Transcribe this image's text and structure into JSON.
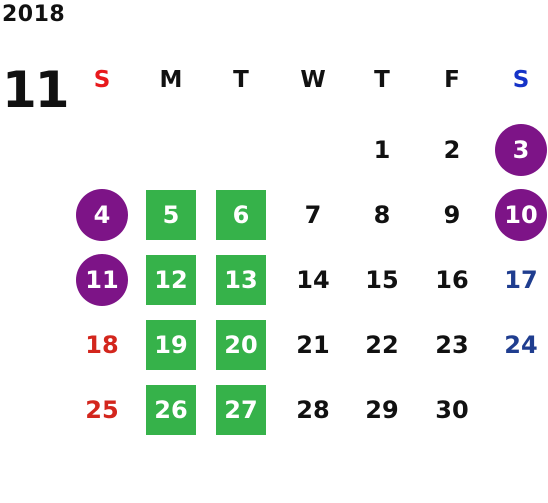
{
  "calendar": {
    "year": "2018",
    "month": "11",
    "weekdays": [
      "S",
      "M",
      "T",
      "W",
      "T",
      "F",
      "S"
    ],
    "colors": {
      "text": "#111111",
      "sunday_header": "#e8191c",
      "saturday_header": "#1533c8",
      "sunday_date": "#d3261d",
      "saturday_date": "#1f3d8f",
      "holiday_circle": "#7d1487",
      "highlight_square": "#36b24a"
    },
    "weeks": [
      [
        null,
        null,
        null,
        null,
        "1",
        "2",
        "3"
      ],
      [
        "4",
        "5",
        "6",
        "7",
        "8",
        "9",
        "10"
      ],
      [
        "11",
        "12",
        "13",
        "14",
        "15",
        "16",
        "17"
      ],
      [
        "18",
        "19",
        "20",
        "21",
        "22",
        "23",
        "24"
      ],
      [
        "25",
        "26",
        "27",
        "28",
        "29",
        "30",
        null
      ]
    ],
    "holiday_dates": [
      "3",
      "4",
      "10",
      "11"
    ],
    "highlighted_dates": [
      "5",
      "6",
      "12",
      "13",
      "19",
      "20",
      "26",
      "27"
    ]
  }
}
